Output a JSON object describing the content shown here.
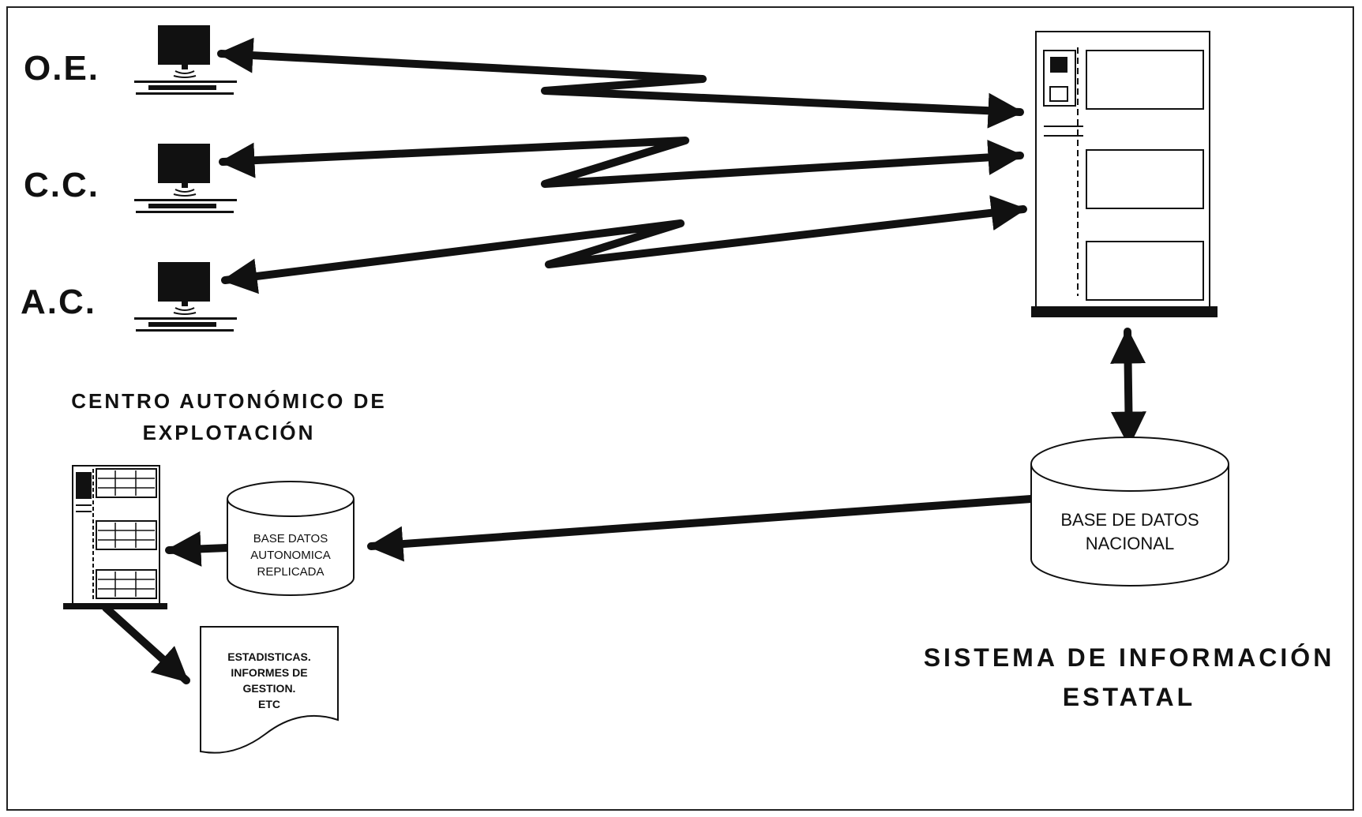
{
  "terminals": [
    {
      "label": "O.E."
    },
    {
      "label": "C.C."
    },
    {
      "label": "A.C."
    }
  ],
  "regional_center": {
    "title_line1": "CENTRO AUTONÓMICO DE",
    "title_line2": "EXPLOTACIÓN"
  },
  "replica_db": {
    "line1": "BASE DATOS",
    "line2": "AUTONOMICA",
    "line3": "REPLICADA"
  },
  "national_db": {
    "line1": "BASE DE DATOS",
    "line2": "NACIONAL"
  },
  "report_doc": {
    "line1": "ESTADISTICAS.",
    "line2": "INFORMES DE",
    "line3": "GESTION.",
    "line4": "ETC"
  },
  "state_system": {
    "title_line1": "SISTEMA DE INFORMACIÓN",
    "title_line2": "ESTATAL"
  },
  "colors": {
    "ink": "#111111",
    "background": "#ffffff"
  }
}
